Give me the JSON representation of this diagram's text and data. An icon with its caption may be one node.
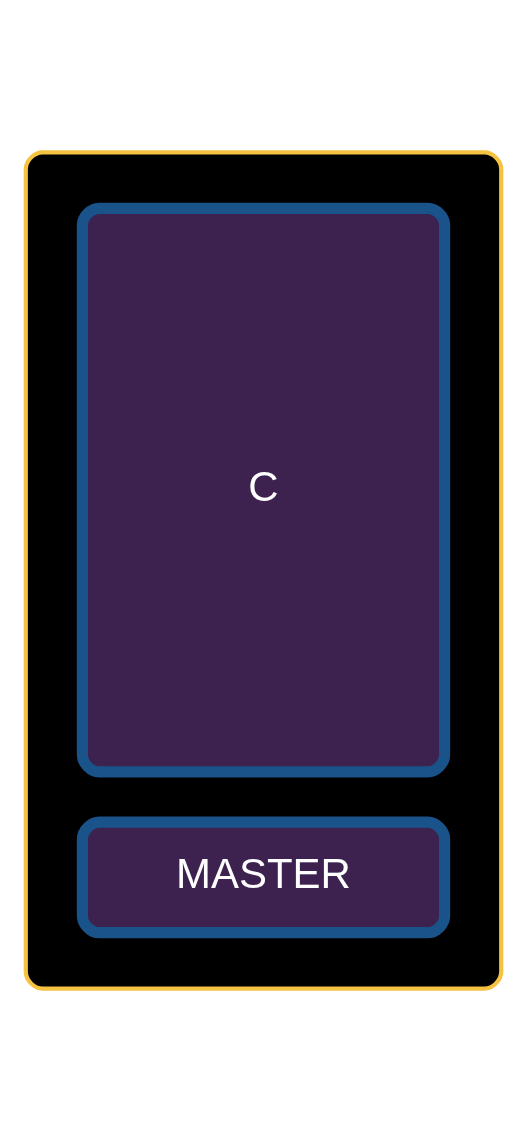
{
  "diagram": {
    "nodes": [
      {
        "text": [],
        "shape": "box"
      },
      {
        "text": [
          "C"
        ],
        "in": 0
      },
      {
        "text": [
          "MASTER"
        ],
        "in": 0
      }
    ]
  }
}
